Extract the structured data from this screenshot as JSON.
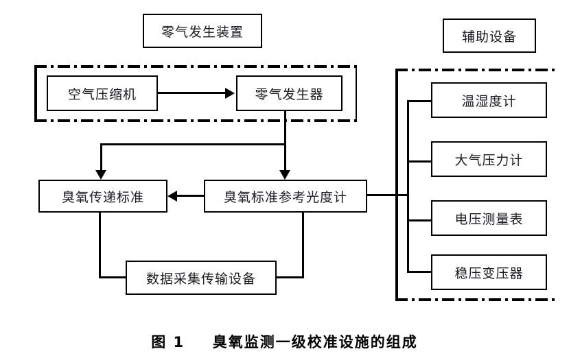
{
  "figure": {
    "caption_number": "图 1",
    "caption_text": "臭氧监测一级校准设施的组成",
    "background_color": "#ffffff",
    "line_color": "#000000",
    "text_color": "#1b1b22"
  },
  "zero_air_section": {
    "title": "零气发生装置",
    "boxes": [
      {
        "label": "空气压缩机"
      },
      {
        "label": "零气发生器"
      }
    ]
  },
  "auxiliary_section": {
    "title": "辅助设备",
    "boxes": [
      {
        "label": "温湿度计"
      },
      {
        "label": "大气压力计"
      },
      {
        "label": "电压测量表"
      },
      {
        "label": "稳压变压器"
      }
    ]
  },
  "core_section": {
    "transfer_standard": "臭氧传递标准",
    "reference_photometer": "臭氧标准参考光度计",
    "data_acquisition": "数据采集传输设备"
  },
  "connectors": [
    {
      "name": "compressor-to-generator",
      "type": "arrow-right"
    },
    {
      "name": "generator-to-transfer-standard",
      "type": "arrow-down"
    },
    {
      "name": "generator-to-photometer",
      "type": "arrow-down"
    },
    {
      "name": "photometer-to-transfer-standard",
      "type": "arrow-left"
    },
    {
      "name": "transfer-standard-to-data-acquisition",
      "type": "line"
    },
    {
      "name": "photometer-to-data-acquisition",
      "type": "line"
    },
    {
      "name": "photometer-to-auxiliary-bus",
      "type": "line"
    },
    {
      "name": "auxiliary-bus",
      "type": "line"
    }
  ]
}
